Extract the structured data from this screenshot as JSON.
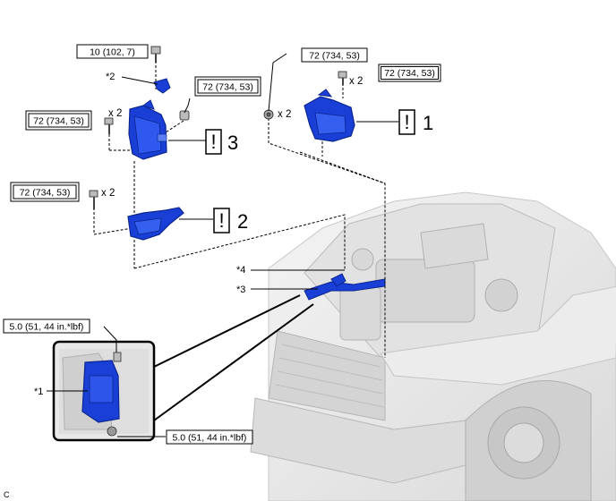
{
  "figure_code": "C",
  "torque_labels": {
    "top_bolt": "10 (102, 7)",
    "t1": "72 (734, 53)",
    "t2": "72 (734, 53)",
    "t3": "72 (734, 53)",
    "t4": "72 (734, 53)",
    "t5": "72 (734, 53)",
    "inset_top": "5.0 (51, 44 in.*lbf)",
    "inset_bottom": "5.0 (51, 44 in.*lbf)"
  },
  "multipliers": {
    "m1": "x 2",
    "m2": "x 2",
    "m3": "x 2",
    "m4": "x 2"
  },
  "callouts": {
    "c1": "*1",
    "c2": "*2",
    "c3": "*3",
    "c4": "*4"
  },
  "steps": {
    "s1": "1",
    "s2": "2",
    "s3": "3"
  },
  "warning_symbol": "!",
  "colors": {
    "part_blue": "#1a3fd6",
    "part_blue_dark": "#0b2690",
    "engine_gray": "#e9e9e9",
    "line": "#000000"
  }
}
